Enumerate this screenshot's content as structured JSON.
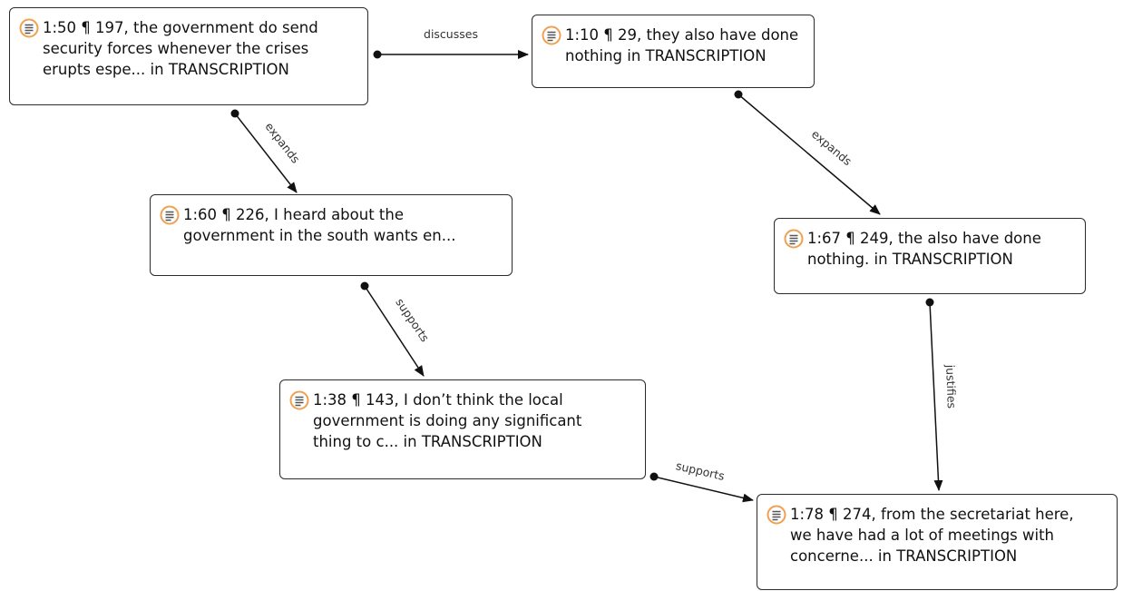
{
  "quotations": [
    {
      "id": "q1",
      "text": "1:50 ¶ 197, the government do send\nsecurity forces whenever the crises\nerupts espe... in TRANSCRIPTION",
      "icon": "quotation-icon"
    },
    {
      "id": "q2",
      "text": "1:10 ¶ 29, they also have done\nnothing in TRANSCRIPTION",
      "icon": "quotation-icon"
    },
    {
      "id": "q3",
      "text": "1:60 ¶ 226, I heard about the\ngovernment in the south wants en...",
      "icon": "quotation-icon"
    },
    {
      "id": "q4",
      "text": "1:67 ¶ 249, the also have done\nnothing. in TRANSCRIPTION",
      "icon": "quotation-icon"
    },
    {
      "id": "q5",
      "text": "1:38 ¶ 143, I don’t think the local\ngovernment is doing any significant\nthing to c... in TRANSCRIPTION",
      "icon": "quotation-icon"
    },
    {
      "id": "q6",
      "text": "1:78 ¶ 274, from the secretariat here,\nwe have had a lot of meetings with\nconcerne... in TRANSCRIPTION",
      "icon": "quotation-icon"
    }
  ],
  "relations": [
    {
      "from": "q1",
      "to": "q2",
      "label": "discusses"
    },
    {
      "from": "q1",
      "to": "q3",
      "label": "expands"
    },
    {
      "from": "q2",
      "to": "q4",
      "label": "expands"
    },
    {
      "from": "q3",
      "to": "q5",
      "label": "supports"
    },
    {
      "from": "q4",
      "to": "q6",
      "label": "justifies"
    },
    {
      "from": "q5",
      "to": "q6",
      "label": "supports"
    }
  ],
  "colors": {
    "icon_ring": "#f0a050",
    "icon_lines": "#555555",
    "border": "#2b2b2b",
    "link": "#111111"
  }
}
